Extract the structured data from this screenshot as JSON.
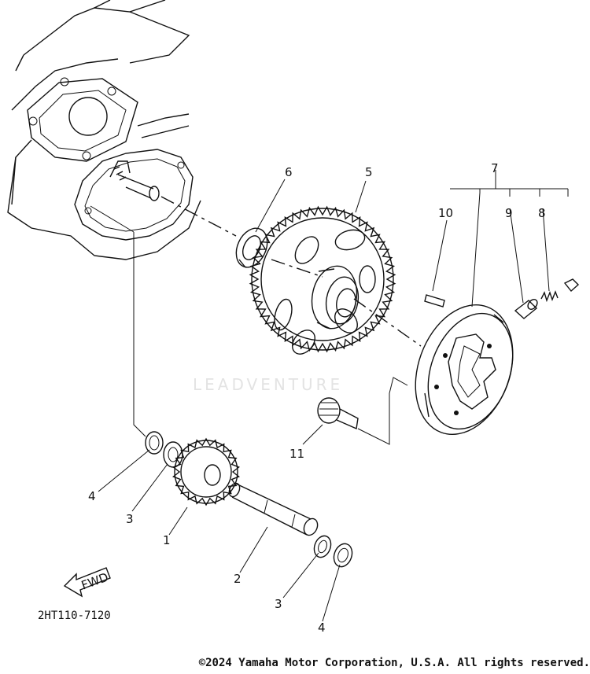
{
  "diagram_code": "2HT110-7120",
  "fwd_label": "FWD",
  "watermark": "LEADVENTURE",
  "copyright": "©2024 Yamaha Motor Corporation, U.S.A. All rights reserved.",
  "callouts": [
    "1",
    "2",
    "3",
    "3",
    "4",
    "4",
    "5",
    "6",
    "7",
    "8",
    "9",
    "10",
    "11"
  ]
}
